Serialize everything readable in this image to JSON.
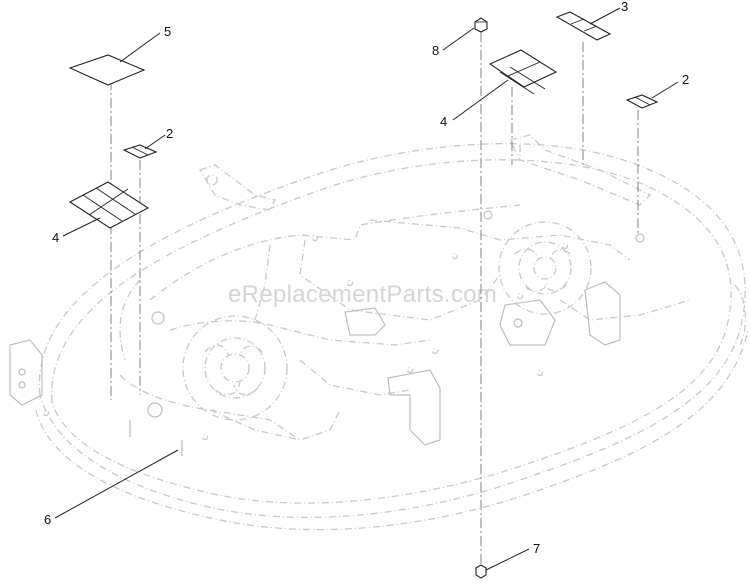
{
  "callouts": [
    {
      "id": "c5",
      "label": "5"
    },
    {
      "id": "c2a",
      "label": "2"
    },
    {
      "id": "c4a",
      "label": "4"
    },
    {
      "id": "c8",
      "label": "8"
    },
    {
      "id": "c3",
      "label": "3"
    },
    {
      "id": "c2b",
      "label": "2"
    },
    {
      "id": "c4b",
      "label": "4"
    },
    {
      "id": "c6",
      "label": "6"
    },
    {
      "id": "c7",
      "label": "7"
    }
  ],
  "watermark": "eReplacementParts.com"
}
